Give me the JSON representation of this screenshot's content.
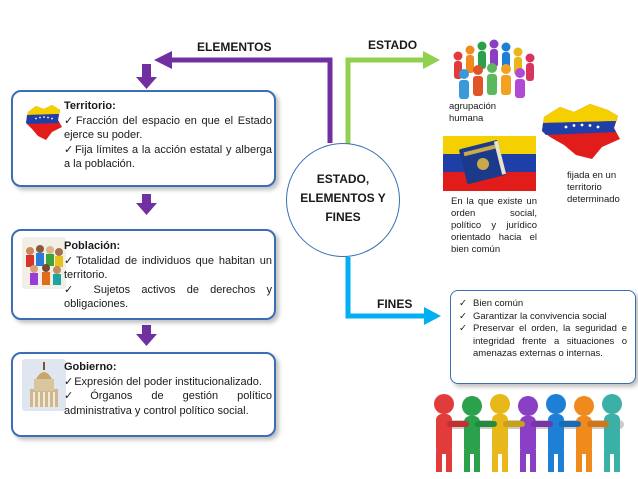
{
  "center": {
    "line1": "ESTADO,",
    "line2": "ELEMENTOS Y",
    "line3": "FINES"
  },
  "labels": {
    "elementos": "ELEMENTOS",
    "estado": "ESTADO",
    "fines": "FINES"
  },
  "territorio": {
    "title": "Territorio:",
    "bullets": [
      "Fracción del espacio en que el Estado ejerce su poder.",
      "Fija límites a la acción estatal y alberga a la población."
    ]
  },
  "poblacion": {
    "title": "Población:",
    "bullets": [
      "Totalidad de individuos que habitan un territorio.",
      " Sujetos activos de derechos y obligaciones."
    ]
  },
  "gobierno": {
    "title": "Gobierno:",
    "bullets": [
      "Expresión del poder institucionalizado.",
      "Órganos de gestión político administrativa y control político social."
    ]
  },
  "estado_notes": {
    "agrupacion": "agrupación humana",
    "orden": "En la que existe un orden social, político y jurídico orientado hacia el bien común",
    "fijada": "fijada en un territorio determinado"
  },
  "fines_list": [
    "Bien común",
    "Garantizar la convivencia social",
    "Preservar el orden, la seguridad e integridad frente a situaciones o amenazas externas o internas."
  ],
  "colors": {
    "purple": "#7030a0",
    "green": "#92d050",
    "blue": "#00b0f0",
    "border": "#3a6fb5"
  }
}
